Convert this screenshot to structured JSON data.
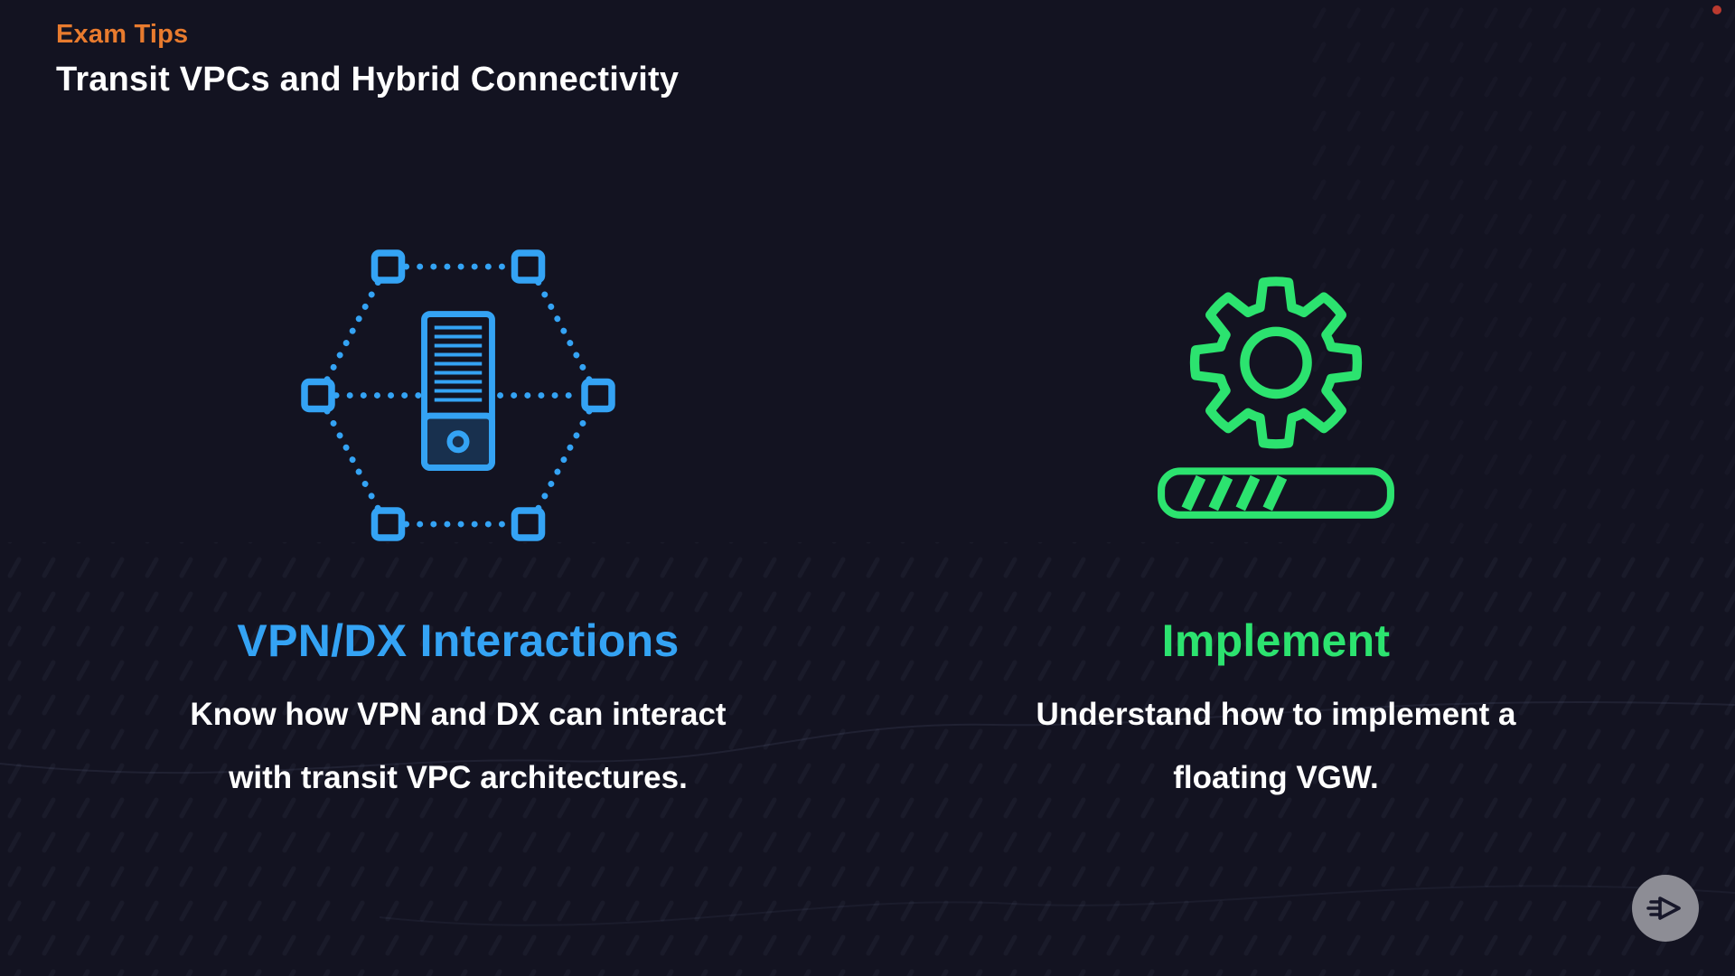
{
  "header": {
    "kicker": "Exam Tips",
    "title": "Transit VPCs and Hybrid Connectivity"
  },
  "cards": [
    {
      "icon": "transit-network-icon",
      "heading": "VPN/DX Interactions",
      "body_line1": "Know how VPN and DX can interact",
      "body_line2": "with transit VPC architectures.",
      "accent_color": "#34a3f4"
    },
    {
      "icon": "gear-progress-icon",
      "heading": "Implement",
      "body_line1": "Understand how to implement a",
      "body_line2": "floating VGW.",
      "accent_color": "#2ce36f"
    }
  ],
  "icons": {
    "left": "transit-network-icon",
    "right": "gear-progress-icon",
    "next": "play-next-icon",
    "record": "record-dot"
  },
  "colors": {
    "background": "#131321",
    "kicker_orange": "#e87b2e",
    "text_white": "#ffffff",
    "accent_blue": "#34a3f4",
    "accent_green": "#2ce36f",
    "next_button_gray": "#8d8d95",
    "record_dot_red": "#bb3a2f"
  }
}
